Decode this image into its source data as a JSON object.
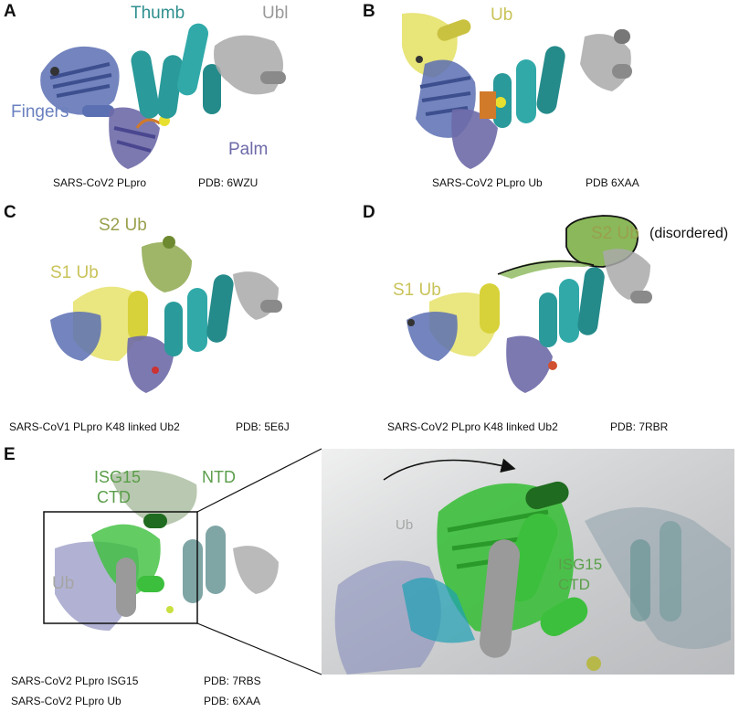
{
  "colors": {
    "fingers": "#5b6fb3",
    "thumb": "#2a9a9a",
    "ubl": "#a9a9a9",
    "palm": "#6e6aa8",
    "ub": "#e6e26a",
    "s2ub": "#8ea84e",
    "isg15": "#3cbf3c",
    "label_thumb": "#2f8f8f",
    "label_ubl": "#999999",
    "label_fingers": "#6a80bf",
    "label_palm": "#6d6aa8",
    "label_ub": "#c9c35a",
    "label_s2": "#9aa04d",
    "label_isg": "#5a9e4a",
    "label_ubgray": "#a5a5a5"
  },
  "panels": {
    "A": {
      "letter": "A",
      "labels": {
        "thumb": "Thumb",
        "ubl": "Ubl",
        "fingers": "Fingers",
        "palm": "Palm"
      },
      "caption_left": "SARS-CoV2 PLpro",
      "caption_right": "PDB: 6WZU"
    },
    "B": {
      "letter": "B",
      "labels": {
        "ub": "Ub"
      },
      "caption_left": "SARS-CoV2 PLpro Ub",
      "caption_right": "PDB 6XAA"
    },
    "C": {
      "letter": "C",
      "labels": {
        "s2": "S2 Ub",
        "s1": "S1 Ub"
      },
      "caption_left": "SARS-CoV1 PLpro K48 linked Ub2",
      "caption_right": "PDB: 5E6J"
    },
    "D": {
      "letter": "D",
      "labels": {
        "s2": "S2 Ub",
        "disordered": "(disordered)",
        "s1": "S1 Ub"
      },
      "caption_left": "SARS-CoV2 PLpro K48 linked Ub2",
      "caption_right": "PDB: 7RBR"
    },
    "E": {
      "letter": "E",
      "labels": {
        "isg15": "ISG15",
        "ctd": "CTD",
        "ntd": "NTD",
        "ub": "Ub",
        "zoom_ub": "Ub",
        "zoom_isg15": "ISG15",
        "zoom_ctd": "CTD"
      },
      "caption_left_1": "SARS-CoV2 PLpro ISG15",
      "caption_right_1": "PDB: 7RBS",
      "caption_left_2": "SARS-CoV2 PLpro Ub",
      "caption_right_2": "PDB: 6XAA"
    }
  }
}
